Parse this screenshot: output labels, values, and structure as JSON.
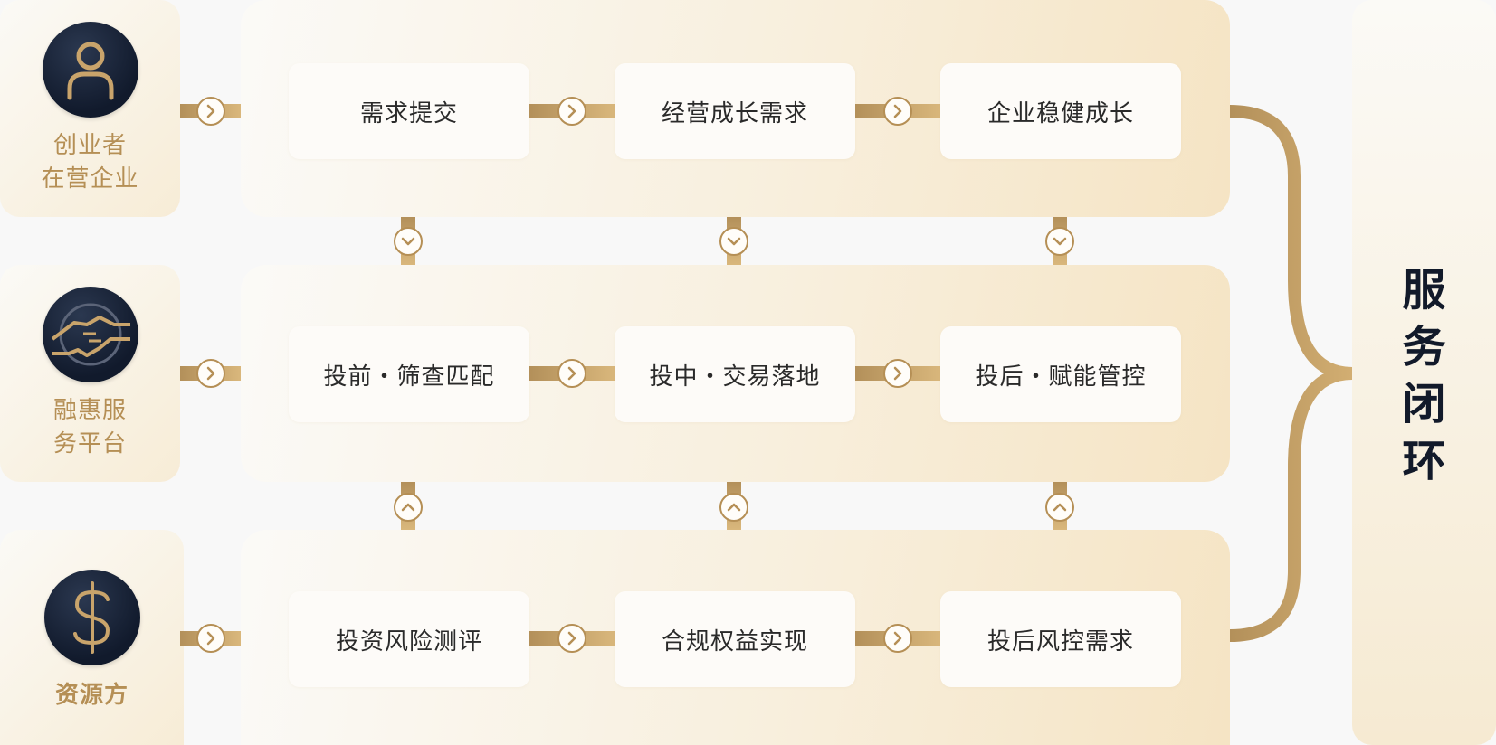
{
  "rows": [
    {
      "actor": {
        "icon": "person-icon",
        "label_line1": "创业者",
        "label_line2": "在营企业"
      },
      "steps": [
        "需求提交",
        "经营成长需求",
        "企业稳健成长"
      ]
    },
    {
      "actor": {
        "icon": "handshake-icon",
        "label_line1": "融惠服",
        "label_line2": "务平台"
      },
      "steps": [
        "投前・筛查匹配",
        "投中・交易落地",
        "投后・赋能管控"
      ]
    },
    {
      "actor": {
        "icon": "dollar-icon",
        "label_line1": "资源方"
      },
      "steps": [
        "投资风险测评",
        "合规权益实现",
        "投后风控需求"
      ]
    }
  ],
  "outcome": {
    "line1": "服",
    "line2": "务",
    "line3": "闭",
    "line4": "环"
  },
  "colors": {
    "gold": "#b58f55",
    "navy": "#121a2a",
    "card": "#f7ecd6"
  }
}
